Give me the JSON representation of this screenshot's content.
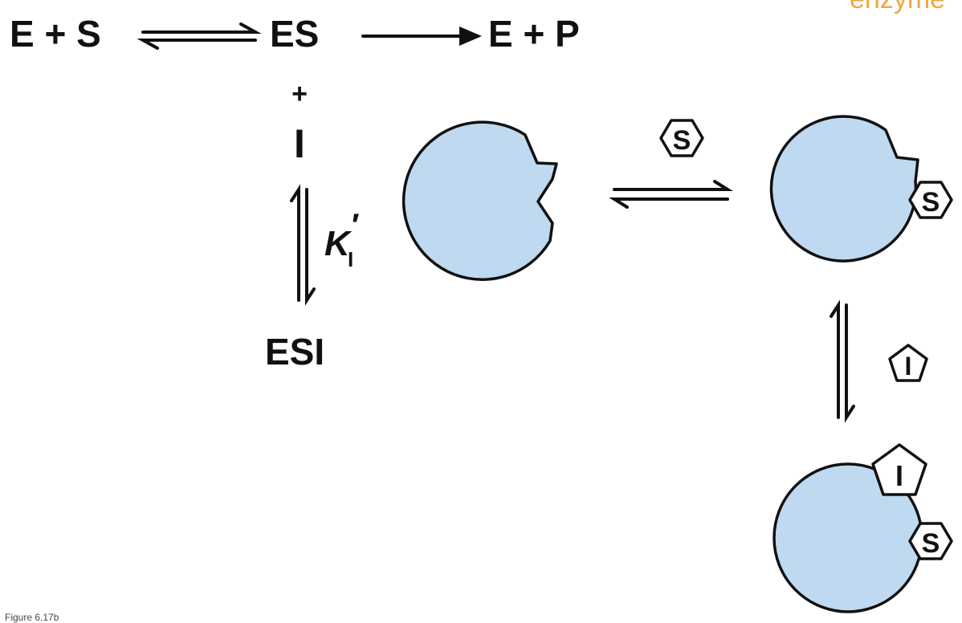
{
  "header": {
    "corner_title": "enzyme"
  },
  "equation": {
    "e_plus_s": "E + S",
    "es": "ES",
    "e_plus_p": "E + P",
    "plus": "+",
    "inhibitor": "I",
    "equilibrium_constant": "K",
    "constant_subscript": "I",
    "constant_prime": "′",
    "esi": "ESI"
  },
  "cartoon": {
    "substrate_symbol": "S",
    "inhibitor_symbol": "I"
  },
  "figure_label": "Figure 6.17b",
  "colors": {
    "enzyme_fill": "#bfd9f0",
    "stroke": "#111111",
    "corner_title": "#f0a640"
  }
}
